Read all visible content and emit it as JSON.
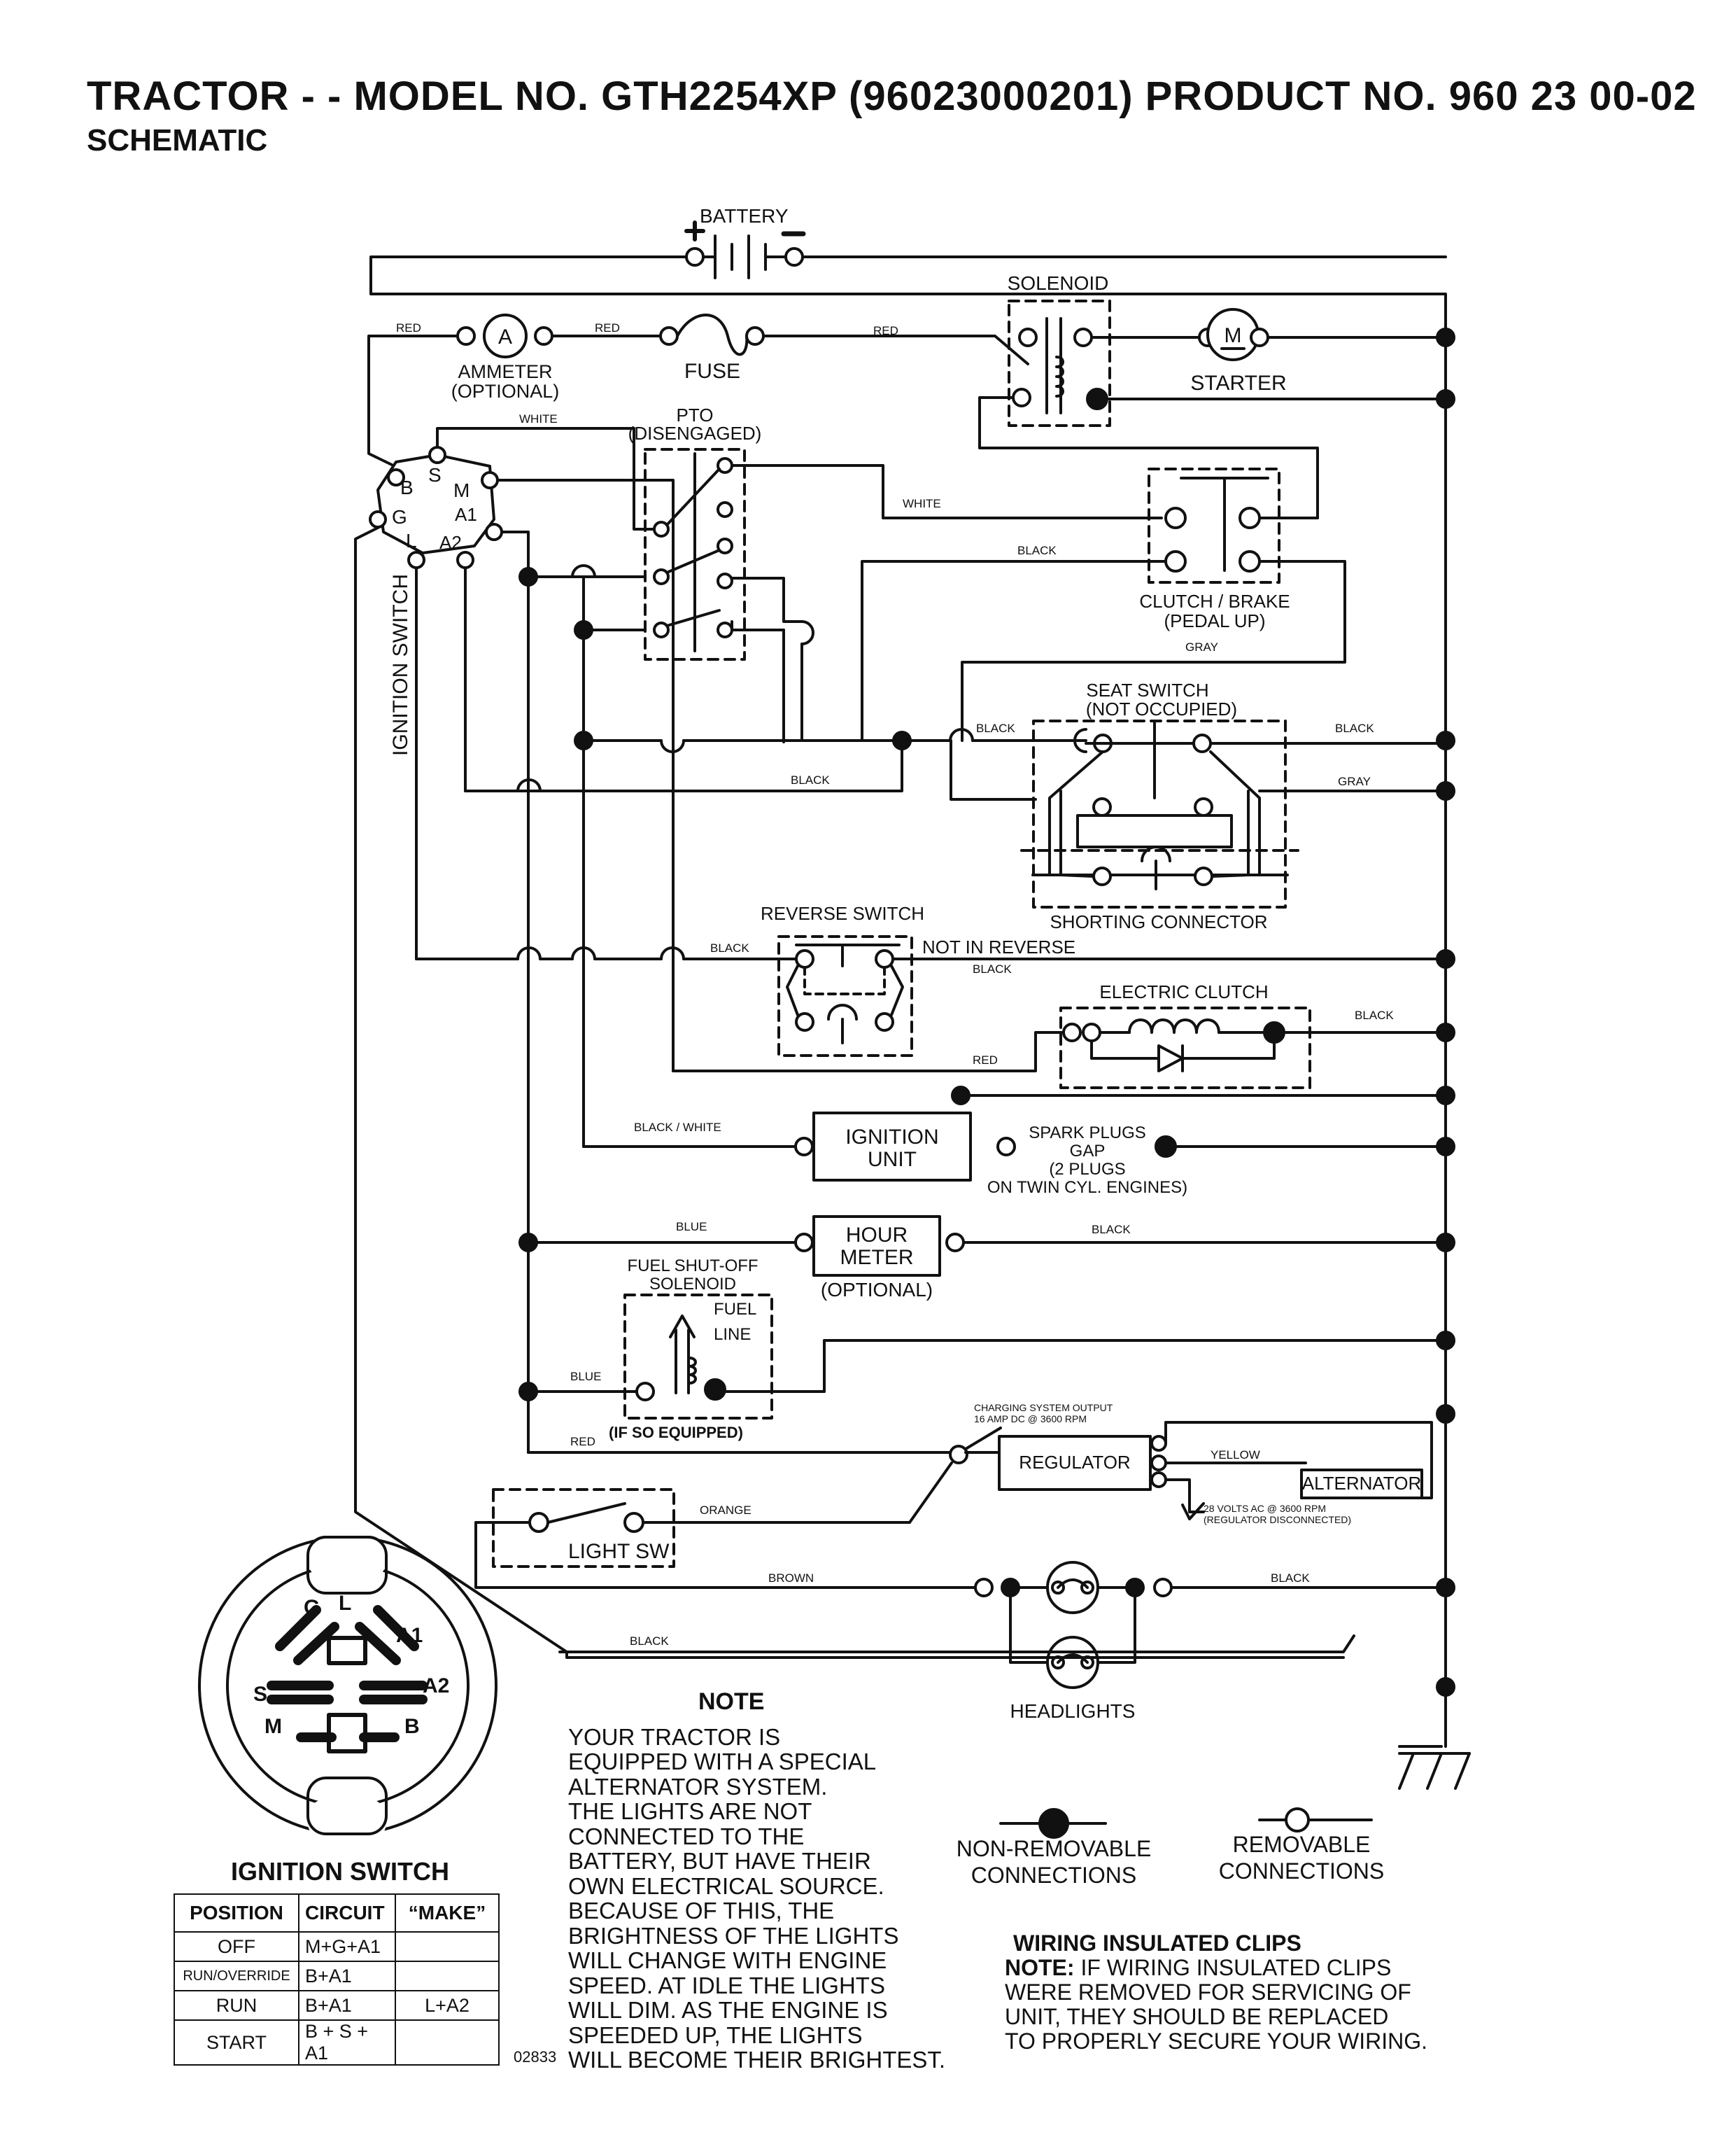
{
  "header": {
    "title": "TRACTOR - - MODEL NO. GTH2254XP (96023000201) PRODUCT NO. 960 23 00-02",
    "subtitle": "SCHEMATIC"
  },
  "labels": {
    "battery": "BATTERY",
    "solenoid": "SOLENOID",
    "starter": "STARTER",
    "ammeter": "AMMETER",
    "optional": "(OPTIONAL)",
    "fuse": "FUSE",
    "pto": "PTO",
    "pto_state": "(DISENGAGED)",
    "clutch_brake": "CLUTCH / BRAKE",
    "pedal_up": "(PEDAL UP)",
    "seat_switch": "SEAT SWITCH",
    "not_occupied": "(NOT OCCUPIED)",
    "shorting_connector": "SHORTING CONNECTOR",
    "reverse_switch": "REVERSE SWITCH",
    "not_in_reverse": "NOT IN REVERSE",
    "electric_clutch": "ELECTRIC CLUTCH",
    "ignition_unit_1": "IGNITION",
    "ignition_unit_2": "UNIT",
    "spark_1": "SPARK PLUGS",
    "spark_2": "GAP",
    "spark_3": "(2 PLUGS",
    "spark_4": "ON TWIN CYL. ENGINES)",
    "hour_1": "HOUR",
    "hour_2": "METER",
    "hour_optional": "(OPTIONAL)",
    "fuel_1": "FUEL SHUT-OFF",
    "fuel_2": "SOLENOID",
    "fuel_line_1": "FUEL",
    "fuel_line_2": "LINE",
    "if_equipped": "(IF SO EQUIPPED)",
    "charging_1": "CHARGING SYSTEM OUTPUT",
    "charging_2": "16 AMP DC @ 3600 RPM",
    "regulator": "REGULATOR",
    "alternator": "ALTERNATOR",
    "volts_1": "28 VOLTS AC @ 3600 RPM",
    "volts_2": "(REGULATOR DISCONNECTED)",
    "light_sw": "LIGHT SW",
    "headlights": "HEADLIGHTS",
    "ignition_switch_vertical": "IGNITION SWITCH",
    "non_removable_1": "NON-REMOVABLE",
    "non_removable_2": "CONNECTIONS",
    "removable_1": "REMOVABLE",
    "removable_2": "CONNECTIONS",
    "ammeter_letter": "A",
    "motor_letter": "M"
  },
  "terminals": {
    "B": "B",
    "S": "S",
    "M": "M",
    "G": "G",
    "A1": "A1",
    "L": "L",
    "A2": "A2"
  },
  "wires": {
    "red": "RED",
    "white": "WHITE",
    "black": "BLACK",
    "gray": "GRAY",
    "black_white": "BLACK / WHITE",
    "blue": "BLUE",
    "yellow": "YELLOW",
    "orange": "ORANGE",
    "brown": "BROWN"
  },
  "note": {
    "title": "NOTE",
    "lines": [
      "YOUR TRACTOR IS",
      "EQUIPPED WITH A SPECIAL",
      "ALTERNATOR SYSTEM.",
      "THE LIGHTS ARE NOT",
      "CONNECTED TO THE",
      "BATTERY, BUT HAVE THEIR",
      "OWN ELECTRICAL SOURCE.",
      "BECAUSE OF THIS, THE",
      "BRIGHTNESS OF THE LIGHTS",
      "WILL CHANGE WITH ENGINE",
      "SPEED.  AT IDLE THE LIGHTS",
      "WILL DIM.  AS THE ENGINE IS",
      "SPEEDED UP, THE LIGHTS",
      "WILL BECOME THEIR BRIGHTEST."
    ]
  },
  "clips": {
    "title": "WIRING INSULATED CLIPS",
    "note_bold": "NOTE:",
    "line1": " IF WIRING INSULATED CLIPS",
    "line2": "WERE REMOVED FOR SERVICING OF",
    "line3": " UNIT, THEY SHOULD BE REPLACED",
    "line4": "TO PROPERLY SECURE YOUR WIRING."
  },
  "ignition_table": {
    "title": "IGNITION SWITCH",
    "headers": [
      "POSITION",
      "CIRCUIT",
      "“MAKE”"
    ],
    "rows": [
      {
        "position": "OFF",
        "circuit": "M+G+A1",
        "make": ""
      },
      {
        "position": "RUN/OVERRIDE",
        "circuit": "B+A1",
        "make": ""
      },
      {
        "position": "RUN",
        "circuit": "B+A1",
        "make": "L+A2"
      },
      {
        "position": "START",
        "circuit": "B + S + A1",
        "make": ""
      }
    ]
  },
  "doc_number": "02833"
}
